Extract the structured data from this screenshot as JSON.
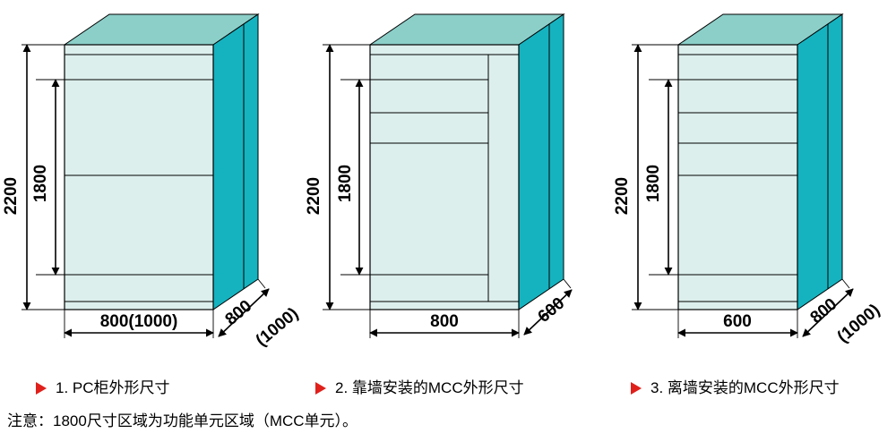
{
  "colors": {
    "top_face": "#8ccfc9",
    "front_face": "#dcefed",
    "side_face": "#15b3c0",
    "line": "#000000",
    "marker": "#e0201b"
  },
  "cabinets": [
    {
      "id": "pc",
      "labels": {
        "total_height": "2200",
        "zone_height": "1800",
        "width": "800(1000)",
        "depth_a": "800",
        "depth_b": "(1000)"
      },
      "caption": "1. PC柜外形尺寸"
    },
    {
      "id": "mcc-wall",
      "labels": {
        "total_height": "2200",
        "zone_height": "1800",
        "width": "800",
        "depth_a": "600"
      },
      "caption": "2. 靠墙安装的MCC外形尺寸"
    },
    {
      "id": "mcc-free",
      "labels": {
        "total_height": "2200",
        "zone_height": "1800",
        "width": "600",
        "depth_a": "800",
        "depth_b": "(1000)"
      },
      "caption": "3. 离墙安装的MCC外形尺寸"
    }
  ],
  "note": "注意：1800尺寸区域为功能单元区域（MCC单元）。"
}
